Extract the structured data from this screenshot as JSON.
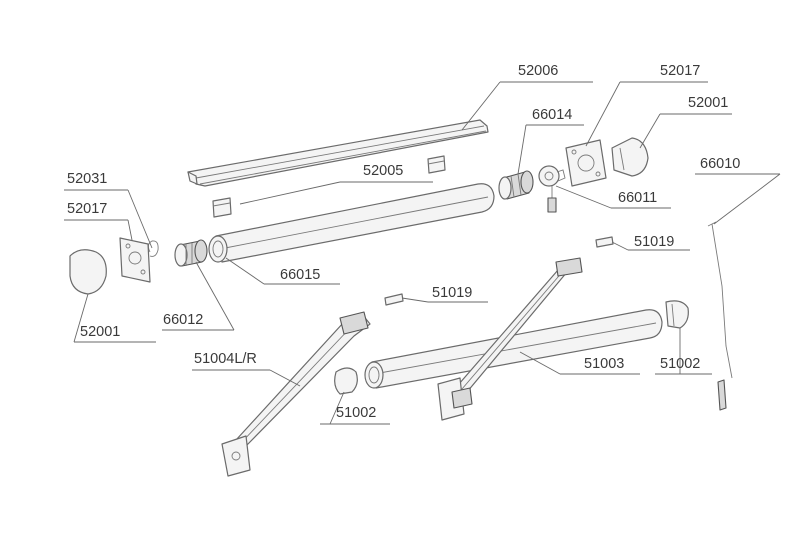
{
  "labels": {
    "p52006": "52006",
    "p52017_top": "52017",
    "p52001_top": "52001",
    "p66014": "66014",
    "p66010": "66010",
    "p52005": "52005",
    "p66011": "66011",
    "p52031": "52031",
    "p52017_left": "52017",
    "p51019_right": "51019",
    "p66015": "66015",
    "p51019_mid": "51019",
    "p66012": "66012",
    "p52001_left": "52001",
    "p51002_right": "51002",
    "p51004": "51004L/R",
    "p51003": "51003",
    "p51002_mid": "51002"
  }
}
